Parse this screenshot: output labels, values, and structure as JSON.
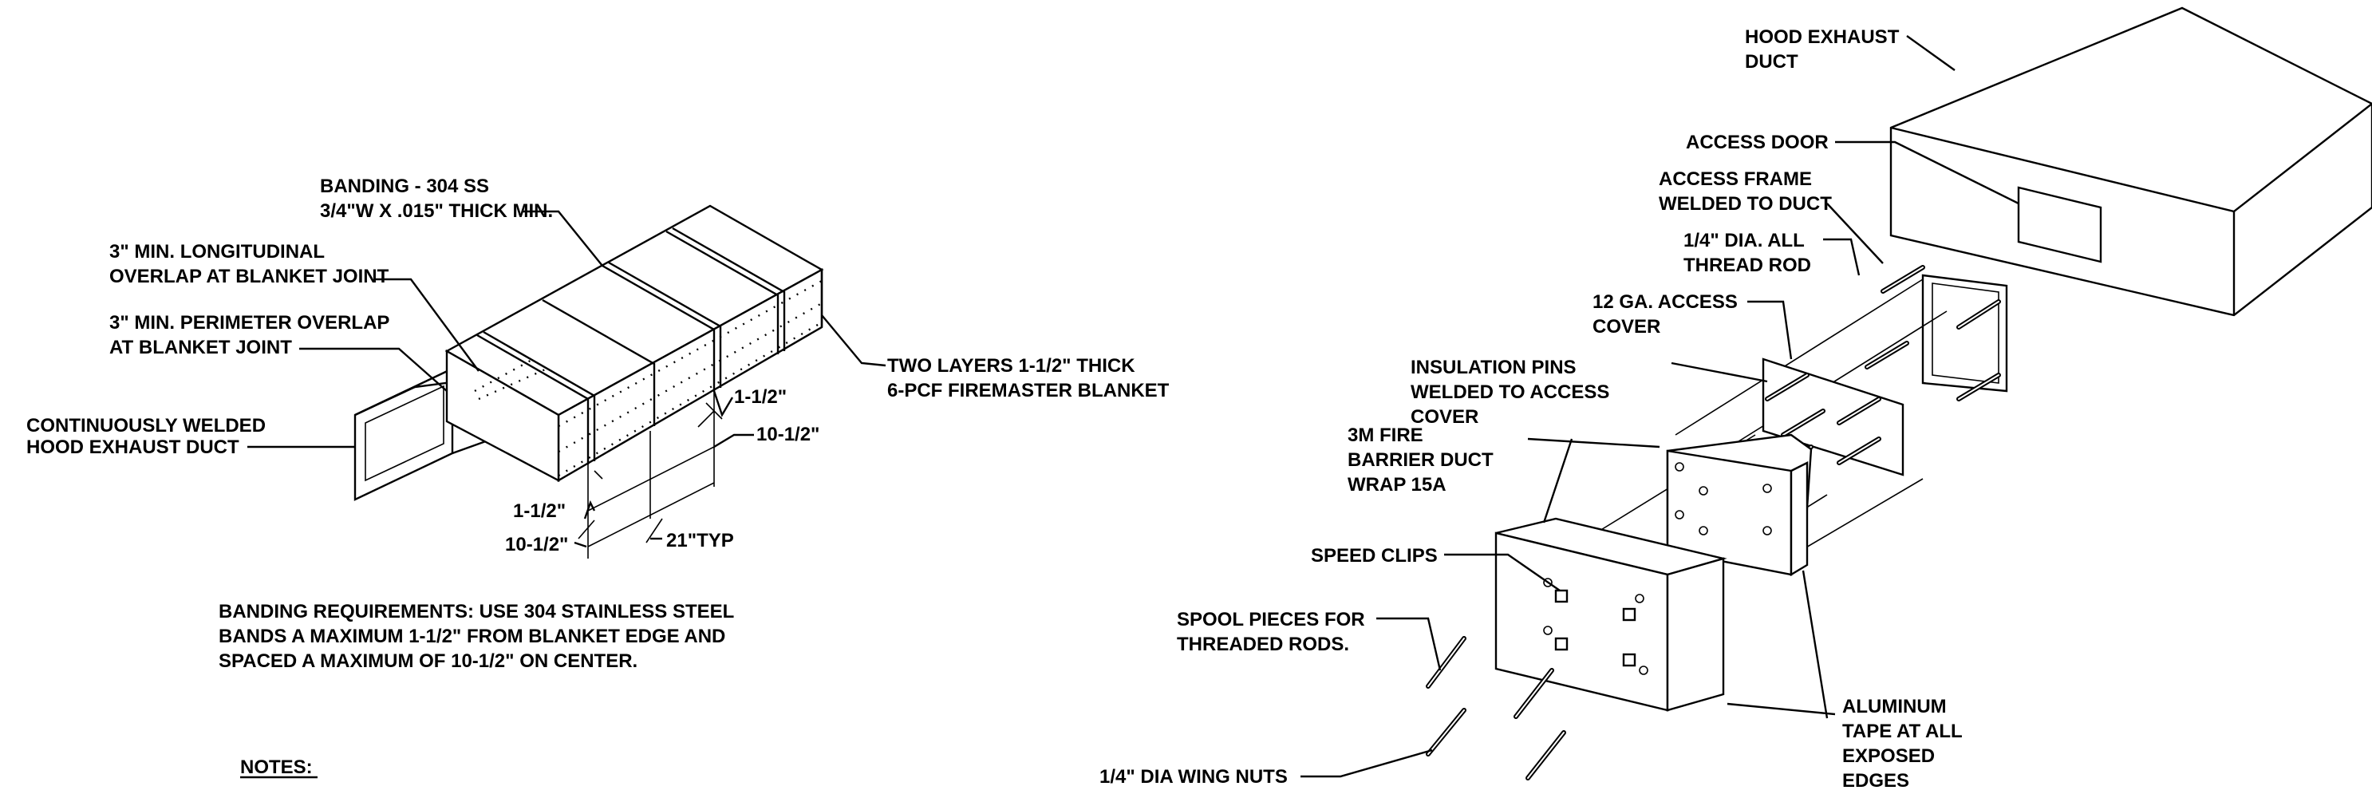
{
  "left_detail": {
    "banding_label": [
      "BANDING - 304 SS",
      "3/4\"W X .015\" THICK MIN."
    ],
    "longitudinal_label": [
      "3\" MIN. LONGITUDINAL",
      "OVERLAP AT BLANKET JOINT"
    ],
    "perimeter_label": [
      "3\" MIN. PERIMETER OVERLAP",
      "AT BLANKET JOINT"
    ],
    "duct_label": [
      "CONTINUOUSLY WELDED",
      "HOOD EXHAUST DUCT"
    ],
    "blanket_label": [
      "TWO LAYERS 1-1/2\" THICK",
      "6-PCF FIREMASTER BLANKET"
    ],
    "dimensions": {
      "top_edge": "1-1/2\"",
      "top_spacing": "10-1/2\"",
      "bottom_edge": "1-1/2\"",
      "bottom_spacing": "10-1/2\"",
      "typical": "21\"TYP"
    },
    "requirements": [
      "BANDING REQUIREMENTS: USE 304 STAINLESS STEEL",
      "BANDS A MAXIMUM 1-1/2\" FROM BLANKET EDGE AND",
      "SPACED A MAXIMUM OF 10-1/2\" ON CENTER."
    ],
    "notes_heading": "NOTES:"
  },
  "right_detail": {
    "hood_label": [
      "HOOD EXHAUST",
      "DUCT"
    ],
    "access_door_label": "ACCESS DOOR",
    "access_frame_label": [
      "ACCESS FRAME",
      "WELDED TO DUCT"
    ],
    "thread_rod_label": [
      "1/4\" DIA. ALL",
      "THREAD ROD"
    ],
    "cover_label": [
      "12 GA. ACCESS",
      "COVER"
    ],
    "pins_label": [
      "INSULATION PINS",
      "WELDED TO ACCESS",
      "COVER"
    ],
    "wrap_label": [
      "3M FIRE",
      "BARRIER DUCT",
      "WRAP 15A"
    ],
    "speed_clips_label": "SPEED CLIPS",
    "spool_label": [
      "SPOOL PIECES FOR",
      "THREADED RODS."
    ],
    "wing_nuts_label": "1/4\" DIA WING NUTS",
    "tape_label": [
      "ALUMINUM",
      "TAPE AT ALL",
      "EXPOSED",
      "EDGES"
    ]
  }
}
